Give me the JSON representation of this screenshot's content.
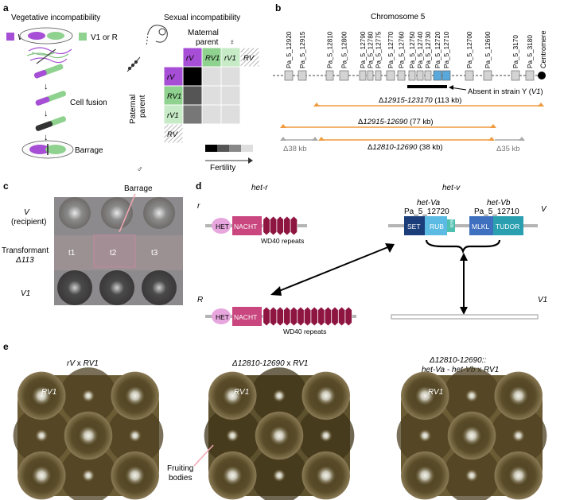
{
  "panels": {
    "a": {
      "letter": "a",
      "title_veg": "Vegetative incompatibility",
      "title_sex": "Sexual incompatibility",
      "legend_v": "V",
      "legend_v1r": "V1 or R",
      "cell_fusion": "Cell fusion",
      "barrage": "Barrage",
      "maternal": "Maternal",
      "parent": "parent",
      "paternal": "Paternal",
      "female_symbol": "♀",
      "male_symbol": "♂",
      "col_headers": [
        "rV",
        "RV1",
        "rV1",
        "RV"
      ],
      "row_headers": [
        "rV",
        "RV1",
        "rV1",
        "RV"
      ],
      "fertility_label": "Fertility",
      "colors": {
        "v_purple": "#a64ed6",
        "v1_green": "#8fd18f",
        "light_green": "#c6ebc6",
        "sterile": "#000000",
        "dark": "#555555",
        "mid": "#777777",
        "light": "#dedede",
        "hatch": "#9a9a9a"
      }
    },
    "b": {
      "letter": "b",
      "chromosome": "Chromosome 5",
      "genes": [
        "Pa_5_12920",
        "Pa_5_12915",
        "Pa_5_12810",
        "Pa_5_12800",
        "Pa_5_12790",
        "Pa_5_12780",
        "Pa_5_12775",
        "Pa_5_12770",
        "Pa_5_12760",
        "Pa_5_12750",
        "Pa_5_12740",
        "Pa_5_12730",
        "Pa_5_12720",
        "Pa_5_12710",
        "Pa_5_12700",
        "Pa_5_12690",
        "Pa_5_3170",
        "Pa_5_3180"
      ],
      "centromere": "Centromere",
      "absent_label": "Absent in strain Y (",
      "absent_italic": "V1",
      "absent_close": ")",
      "deletions": [
        {
          "prefix": "Δ",
          "name": "12915-123170",
          "size": " (113 kb)"
        },
        {
          "prefix": "Δ",
          "name": "12915-12690",
          "size": " (77 kb)"
        },
        {
          "prefix": "Δ",
          "name": "12810-12690",
          "size": " (38 kb)"
        }
      ],
      "left_small": "Δ38 kb",
      "right_small": "Δ35 kb",
      "colors": {
        "orange": "#f09a3e",
        "grey_line": "#a8a8a8",
        "gene_fill": "#d4d4d4",
        "blue": "#5aa9dc"
      }
    },
    "c": {
      "letter": "c",
      "barrage_label": "Barrage",
      "row_v": "V",
      "row_v_sub": "(recipient)",
      "row_t": "Transformant",
      "row_t_sub": "Δ113",
      "row_v1": "V1",
      "wells": [
        "t1",
        "t2",
        "t3"
      ]
    },
    "d": {
      "letter": "d",
      "het_r": "het-r",
      "het_v": "het-v",
      "r_label": "r",
      "R_label": "R",
      "V_label": "V",
      "V1_label": "V1",
      "het_va": "het-Va",
      "het_va_id": "Pa_5_12720",
      "het_vb": "het-Vb",
      "het_vb_id": "Pa_5_12710",
      "domains": {
        "het": "HET",
        "nacht": "NACHT",
        "set": "SET",
        "rub": "RUB",
        "nyno": "NYN0",
        "mlkl": "MLKL",
        "tudor": "TUDOR"
      },
      "wd40": "WD40 repeats",
      "colors": {
        "het": "#e7a6dd",
        "nacht": "#c9467f",
        "wd40": "#8e1540",
        "set": "#1b3d7a",
        "rub": "#5bbbe3",
        "nyno": "#4fc0b0",
        "mlkl": "#3f6fbf",
        "tudor": "#2a9fb0"
      }
    },
    "e": {
      "letter": "e",
      "plates": [
        {
          "title_a": "rV",
          "title_x": " x ",
          "title_b": "RV1",
          "title_line2": "",
          "strain_label": "RV1"
        },
        {
          "title_a": "Δ12810-12690",
          "title_x": " x ",
          "title_b": "RV1",
          "title_line2": "",
          "strain_label": "RV1"
        },
        {
          "title_a": "Δ12810-12690::",
          "title_x": " x ",
          "title_b": "RV1",
          "title_line2": "het-Va - het-Vb",
          "strain_label": "RV1"
        }
      ],
      "fruiting_label": "Fruiting",
      "fruiting_label2": "bodies"
    }
  }
}
